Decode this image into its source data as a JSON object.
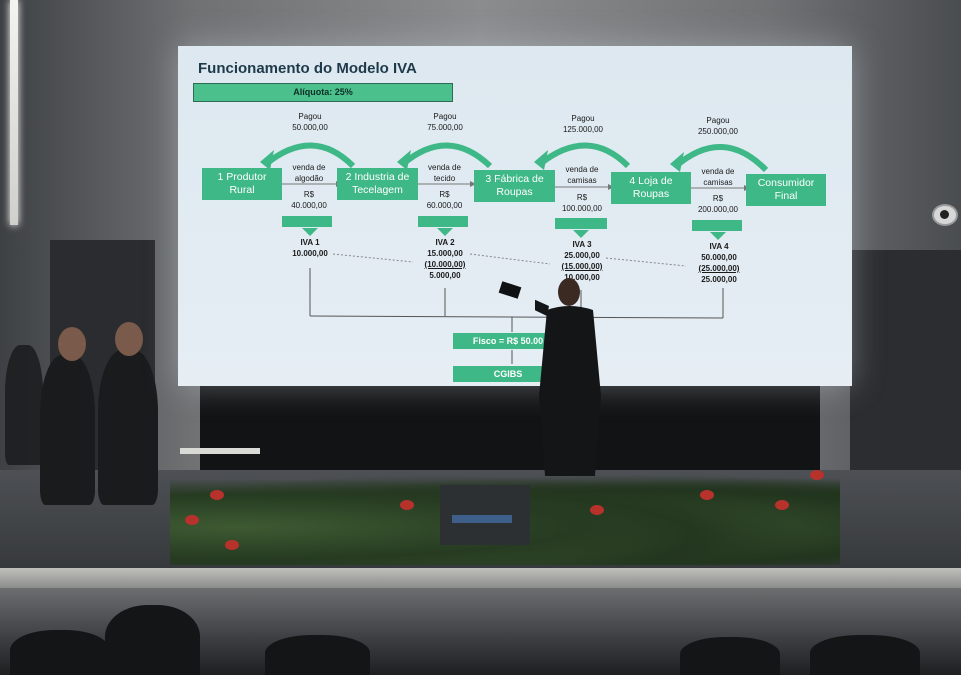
{
  "slide": {
    "title": "Funcionamento do Modelo IVA",
    "aliquota": "Alíquota: 25%",
    "stages": [
      {
        "name": "1 Produtor\nRural"
      },
      {
        "name": "2 Industria de\nTecelagem"
      },
      {
        "name": "3 Fábrica de\nRoupas"
      },
      {
        "name": "4 Loja de\nRoupas"
      },
      {
        "name": "Consumidor\nFinal"
      }
    ],
    "pagou": [
      {
        "label": "Pagou",
        "value": "50.000,00"
      },
      {
        "label": "Pagou",
        "value": "75.000,00"
      },
      {
        "label": "Pagou",
        "value": "125.000,00"
      },
      {
        "label": "Pagou",
        "value": "250.000,00"
      }
    ],
    "sales": [
      {
        "desc": "venda de\nalgodão",
        "currency": "R$",
        "value": "40.000,00"
      },
      {
        "desc": "venda de\ntecido",
        "currency": "R$",
        "value": "60.000,00"
      },
      {
        "desc": "venda de\ncamisas",
        "currency": "R$",
        "value": "100.000,00"
      },
      {
        "desc": "venda de\ncamisas",
        "currency": "R$",
        "value": "200.000,00"
      }
    ],
    "iva": [
      {
        "title": "IVA 1",
        "gross": "10.000,00",
        "credit": "",
        "net": ""
      },
      {
        "title": "IVA 2",
        "gross": "15.000,00",
        "credit": "(10.000,00)",
        "net": "5.000,00"
      },
      {
        "title": "IVA 3",
        "gross": "25.000,00",
        "credit": "(15.000,00)",
        "net": "10.000,00"
      },
      {
        "title": "IVA 4",
        "gross": "50.000,00",
        "credit": "(25.000,00)",
        "net": "25.000,00"
      }
    ],
    "fisco": "Fisco = R$ 50.00",
    "cgibs": "CGIBS"
  },
  "colors": {
    "accent_green": "#3fb887",
    "slide_background": "#e2ebf2",
    "title_text": "#1e3a4a"
  }
}
